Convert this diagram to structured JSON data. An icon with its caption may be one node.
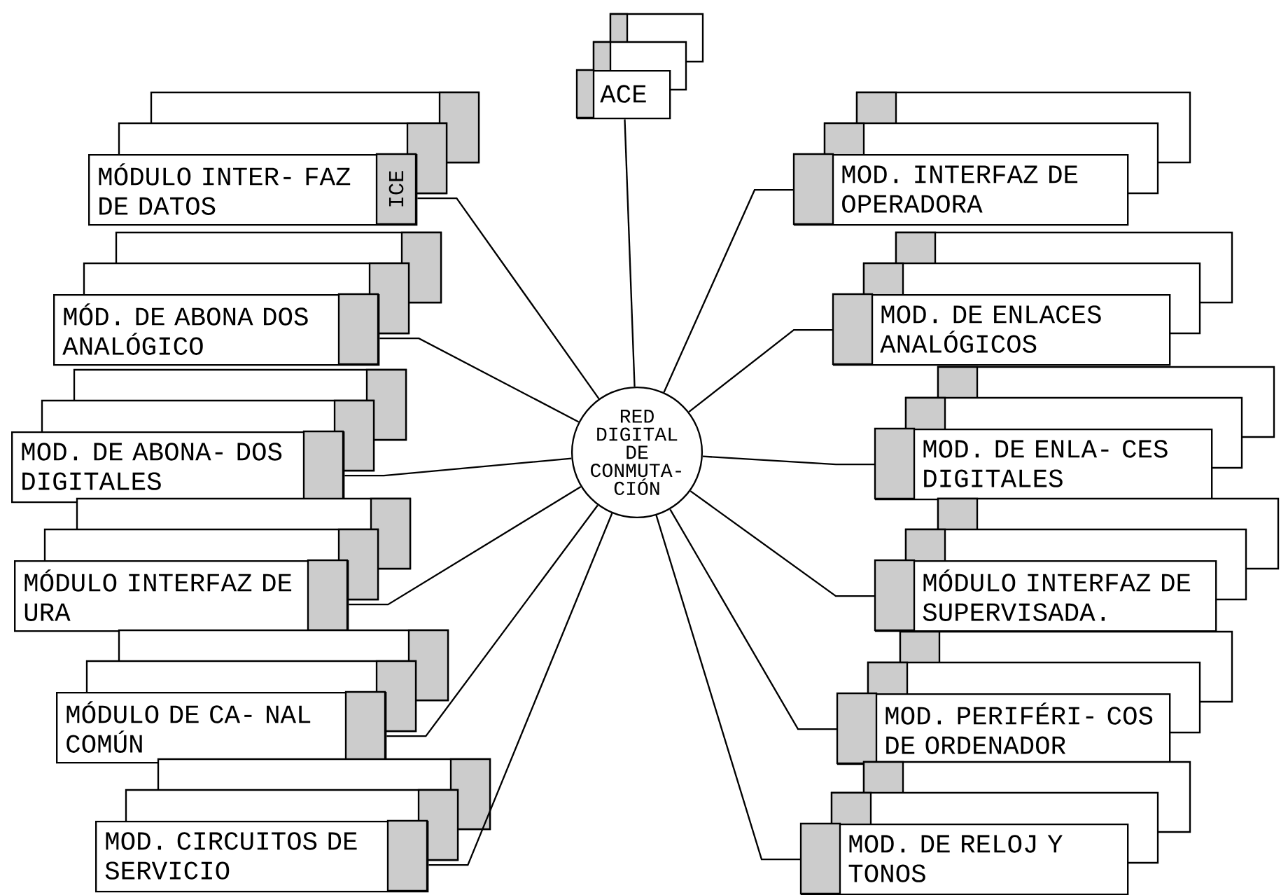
{
  "diagram": {
    "nodes": [
      {
        "text": [
          "RED DIGITAL DE CONMUTA- CIÓN"
        ]
      },
      {
        "text": [
          "ACE"
        ]
      },
      {
        "text": [
          "MÓDULO INTER- FAZ DE DATOS",
          "ICE"
        ]
      },
      {
        "text": [
          "MÓD. DE ABONA DOS ANALÓGICO"
        ]
      },
      {
        "text": [
          "MOD. DE ABONA- DOS DIGITALES"
        ]
      },
      {
        "text": [
          "MÓDULO INTERFAZ DE URA"
        ]
      },
      {
        "text": [
          "MÓDULO DE CA- NAL COMÚN"
        ]
      },
      {
        "text": [
          "MOD. CIRCUITOS DE SERVICIO"
        ]
      },
      {
        "text": [
          "MOD. INTERFAZ DE OPERADORA"
        ]
      },
      {
        "text": [
          "MOD. DE ENLACES ANALÓGICOS"
        ]
      },
      {
        "text": [
          "MOD. DE ENLA- CES DIGITALES"
        ]
      },
      {
        "text": [
          "MÓDULO INTERFAZ DE SUPERVISADA."
        ]
      },
      {
        "text": [
          "MOD. PERIFÉRI- COS DE ORDENADOR"
        ]
      },
      {
        "text": [
          "MOD. DE RELOJ Y TONOS"
        ]
      }
    ],
    "edges": [
      {
        "from": 0,
        "to": 1,
        "arrow": "none"
      },
      {
        "from": 0,
        "to": 2,
        "arrow": "none"
      },
      {
        "from": 0,
        "to": 3,
        "arrow": "none"
      },
      {
        "from": 0,
        "to": 4,
        "arrow": "none"
      },
      {
        "from": 0,
        "to": 5,
        "arrow": "none"
      },
      {
        "from": 0,
        "to": 6,
        "arrow": "none"
      },
      {
        "from": 0,
        "to": 7,
        "arrow": "none"
      },
      {
        "from": 0,
        "to": 8,
        "arrow": "none"
      },
      {
        "from": 0,
        "to": 9,
        "arrow": "none"
      },
      {
        "from": 0,
        "to": 10,
        "arrow": "none"
      },
      {
        "from": 0,
        "to": 11,
        "arrow": "none"
      },
      {
        "from": 0,
        "to": 12,
        "arrow": "none"
      },
      {
        "from": 0,
        "to": 13,
        "arrow": "none"
      }
    ]
  }
}
